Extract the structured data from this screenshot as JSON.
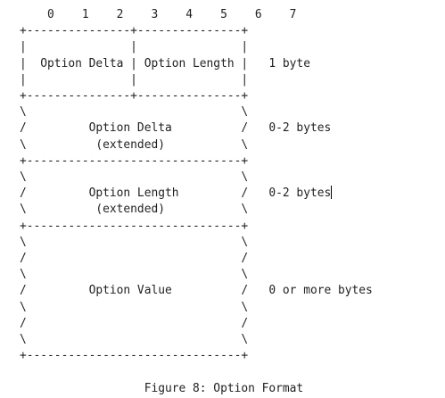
{
  "figure": {
    "bit_header": "    0    1    2    3    4    5    6    7",
    "lines": [
      "+---------------+---------------+",
      "|               |               |",
      "|  Option Delta | Option Length |   1 byte",
      "|               |               |",
      "+---------------+---------------+",
      "\\                               \\",
      "/         Option Delta          /   0-2 bytes",
      "\\          (extended)           \\",
      "+-------------------------------+",
      "\\                               \\",
      "/         Option Length         /   0-2 bytes",
      "\\          (extended)           \\",
      "+-------------------------------+",
      "\\                               \\",
      "/                               /",
      "\\                               \\",
      "/         Option Value          /   0 or more bytes",
      "\\                               \\",
      "/                               /",
      "\\                               \\",
      "+-------------------------------+"
    ],
    "caption": "                  Figure 8: Option Format"
  }
}
